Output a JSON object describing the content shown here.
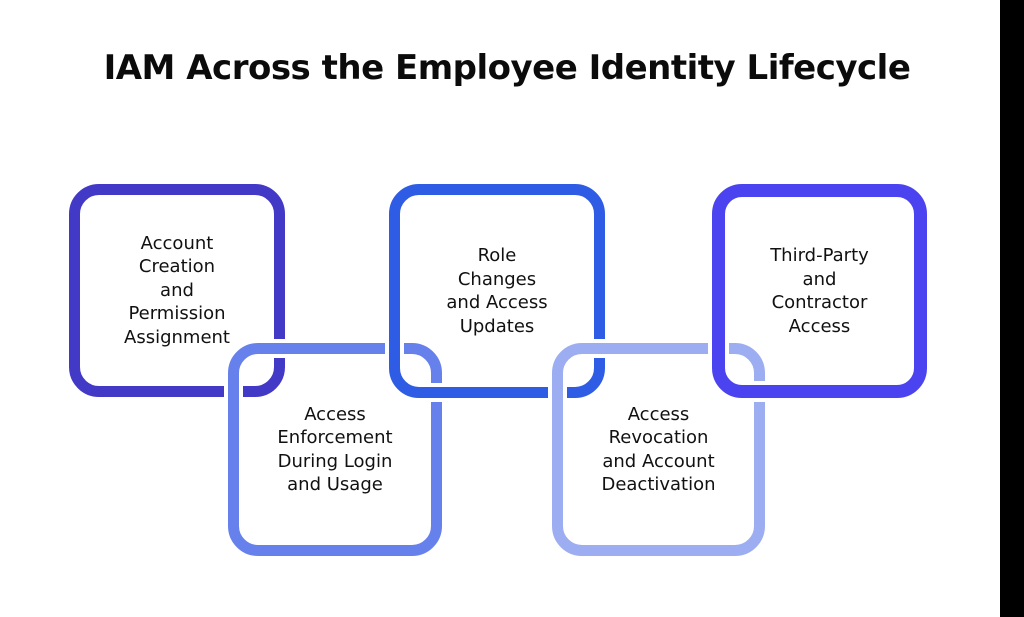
{
  "title": "IAM Across the Employee Identity Lifecycle",
  "diagram": {
    "text_color": "#111111",
    "background_color": "#ffffff",
    "right_bar_color": "#000000",
    "boxes": [
      {
        "name": "account-creation",
        "label": "Account\nCreation\nand\nPermission\nAssignment",
        "border_color": "#4239c6"
      },
      {
        "name": "access-enforcement",
        "label": "Access\nEnforcement\nDuring Login\nand Usage",
        "border_color": "#6781ec"
      },
      {
        "name": "role-changes",
        "label": "Role\nChanges\nand Access\nUpdates",
        "border_color": "#2e5ce4"
      },
      {
        "name": "access-revocation",
        "label": "Access\nRevocation\nand Account\nDeactivation",
        "border_color": "#9dadf2"
      },
      {
        "name": "third-party-access",
        "label": "Third-Party\nand\nContractor\nAccess",
        "border_color": "#4b43ef"
      }
    ]
  }
}
